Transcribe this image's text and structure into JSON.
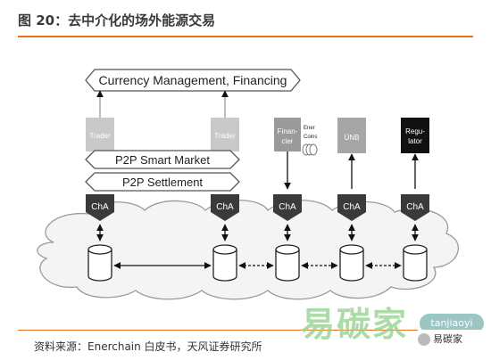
{
  "header": {
    "title": "图 20：去中介化的场外能源交易"
  },
  "diagram": {
    "currency_banner": "Currency Management, Financing",
    "p2p_market": "P2P Smart Market",
    "p2p_settlement": "P2P Settlement",
    "trader_left": "Trader",
    "trader_right": "Trader",
    "financier": [
      "Finan-",
      "cier"
    ],
    "ener_coins": [
      "Ener",
      "Coins"
    ],
    "unb": "ÜNB",
    "regulator": [
      "Regu-",
      "lator"
    ],
    "channel_labels": [
      "ChA",
      "ChA",
      "ChA",
      "ChA",
      "ChA"
    ]
  },
  "footer": {
    "source": "资料来源：Enerchain 白皮书，天风证券研究所"
  },
  "watermark": {
    "text": "易碳家",
    "badge": "tanjiaoyi",
    "wechat": "易碳家"
  }
}
